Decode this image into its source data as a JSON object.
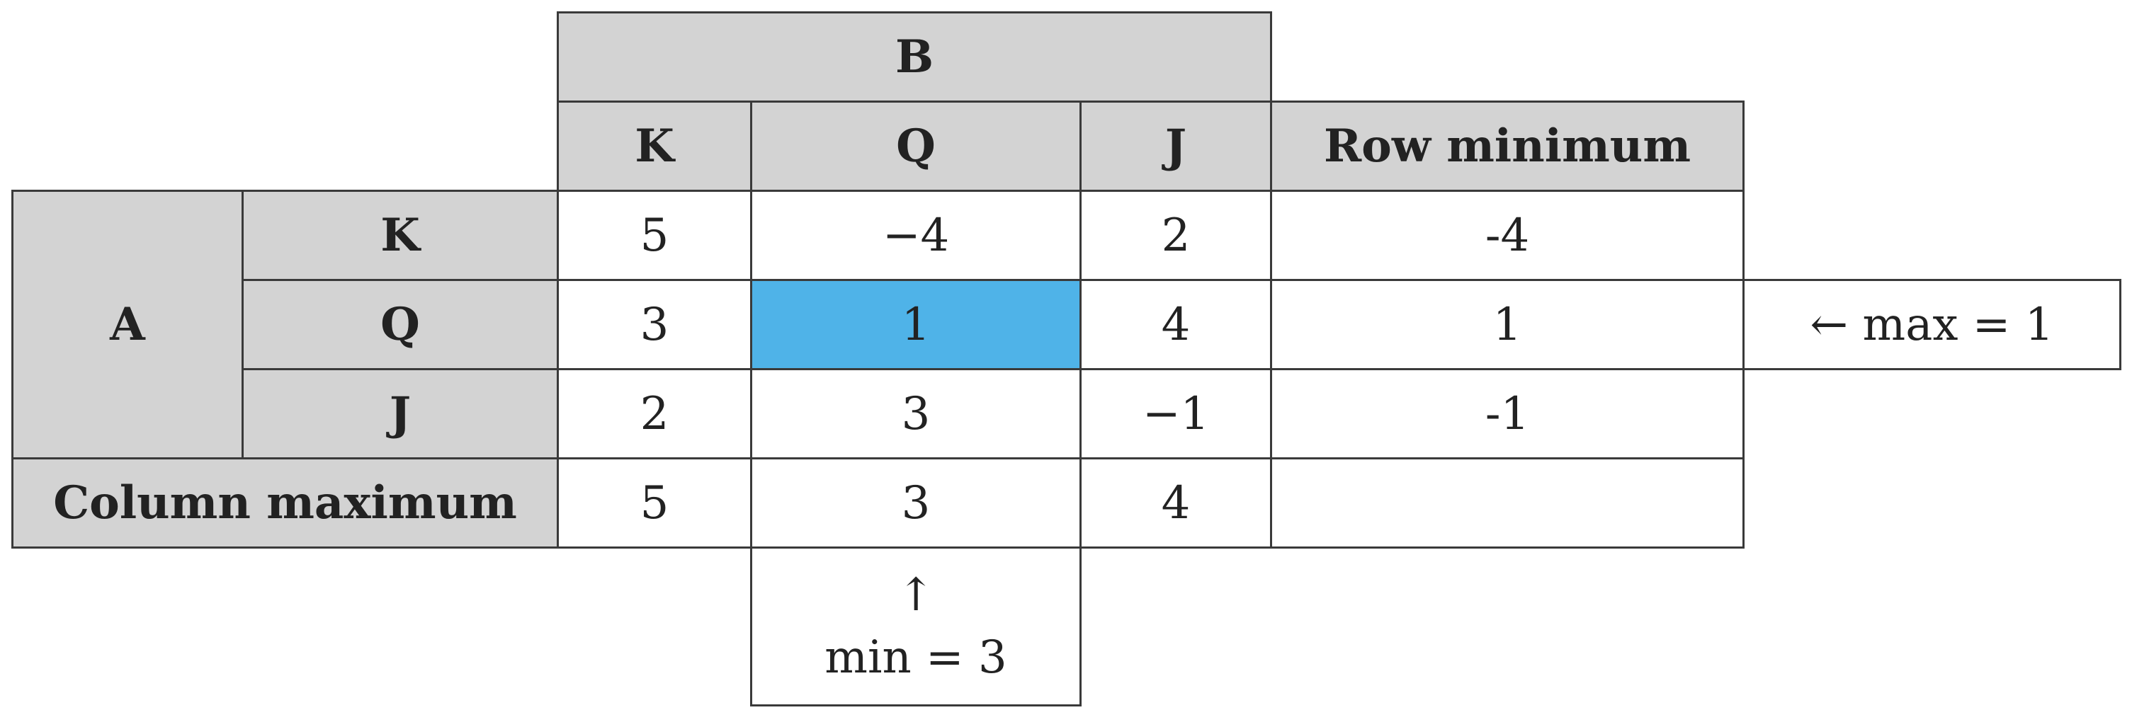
{
  "table": {
    "player_b_label": "B",
    "player_a_label": "A",
    "column_headers": [
      "K",
      "Q",
      "J"
    ],
    "row_min_header": "Row minimum",
    "col_max_label": "Column maximum",
    "rows": [
      {
        "label": "K",
        "values": [
          "5",
          "−4",
          "2"
        ],
        "row_min": "-4"
      },
      {
        "label": "Q",
        "values": [
          "3",
          "1",
          "4"
        ],
        "row_min": "1"
      },
      {
        "label": "J",
        "values": [
          "2",
          "3",
          "−1"
        ],
        "row_min": "-1"
      }
    ],
    "col_max": [
      "5",
      "3",
      "4"
    ],
    "max_note": "← max = 1",
    "min_note": {
      "arrow": "↑",
      "text": "min = 3"
    },
    "highlight_color": "#4fb3e8",
    "header_color": "#d3d3d3"
  }
}
